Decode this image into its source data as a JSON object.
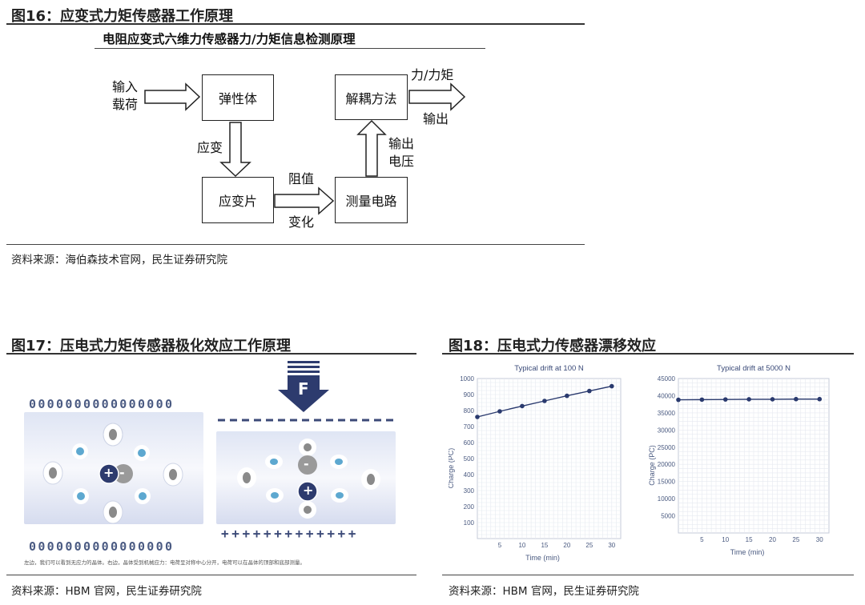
{
  "fig16": {
    "title": "图16：应变式力矩传感器工作原理",
    "subtitle": "电阻应变式六维力传感器力/力矩信息检测原理",
    "input_label_1": "输入",
    "input_label_2": "载荷",
    "box_elastic": "弹性体",
    "box_decouple": "解耦方法",
    "box_strain_gauge": "应变片",
    "box_measure": "测量电路",
    "label_strain": "应变",
    "label_resistance_1": "阻值",
    "label_resistance_2": "变化",
    "label_output_voltage_1": "输出",
    "label_output_voltage_2": "电压",
    "label_force_torque": "力/力矩",
    "label_output": "输出",
    "source": "资料来源：海伯森技术官网，民生证券研究院"
  },
  "fig17": {
    "title": "图17：压电式力矩传感器极化效应工作原理",
    "force_label": "F",
    "zeros": "0000000000000000",
    "pluses": "+++++++++++++",
    "plus_sign": "+",
    "minus_sign": "-",
    "caption": "左边，我们可以看到无应力的晶体。右边，晶体受到机械应力：电荷呈对称中心分开，电荷可以在晶体的顶部和底部测量。",
    "source": "资料来源：HBM 官网，民生证券研究院"
  },
  "fig18": {
    "title": "图18：压电式力传感器漂移效应",
    "source": "资料来源：HBM 官网，民生证券研究院"
  },
  "chart_data": [
    {
      "type": "line",
      "title": "Typical drift at 100 N",
      "xlabel": "Time (min)",
      "ylabel": "Charge (PC)",
      "xlim": [
        0,
        32
      ],
      "ylim": [
        0,
        1000
      ],
      "x_ticks": [
        5,
        10,
        15,
        20,
        25,
        30
      ],
      "y_ticks": [
        100,
        200,
        300,
        400,
        500,
        600,
        700,
        800,
        900,
        1000
      ],
      "grid": true,
      "x": [
        0,
        5,
        10,
        15,
        20,
        25,
        30
      ],
      "values": [
        760,
        795,
        828,
        860,
        892,
        922,
        952
      ],
      "color": "#2a3a6e"
    },
    {
      "type": "line",
      "title": "Typical drift at 5000 N",
      "xlabel": "Time (min)",
      "ylabel": "Charge (PC)",
      "xlim": [
        0,
        32
      ],
      "ylim": [
        0,
        45000
      ],
      "x_ticks": [
        5,
        10,
        15,
        20,
        25,
        30
      ],
      "y_ticks": [
        5000,
        10000,
        15000,
        20000,
        25000,
        30000,
        35000,
        40000,
        45000
      ],
      "grid": true,
      "x": [
        0,
        5,
        10,
        15,
        20,
        25,
        30
      ],
      "values": [
        38800,
        38850,
        38900,
        38950,
        38950,
        39000,
        39000
      ],
      "color": "#2a3a6e"
    }
  ]
}
